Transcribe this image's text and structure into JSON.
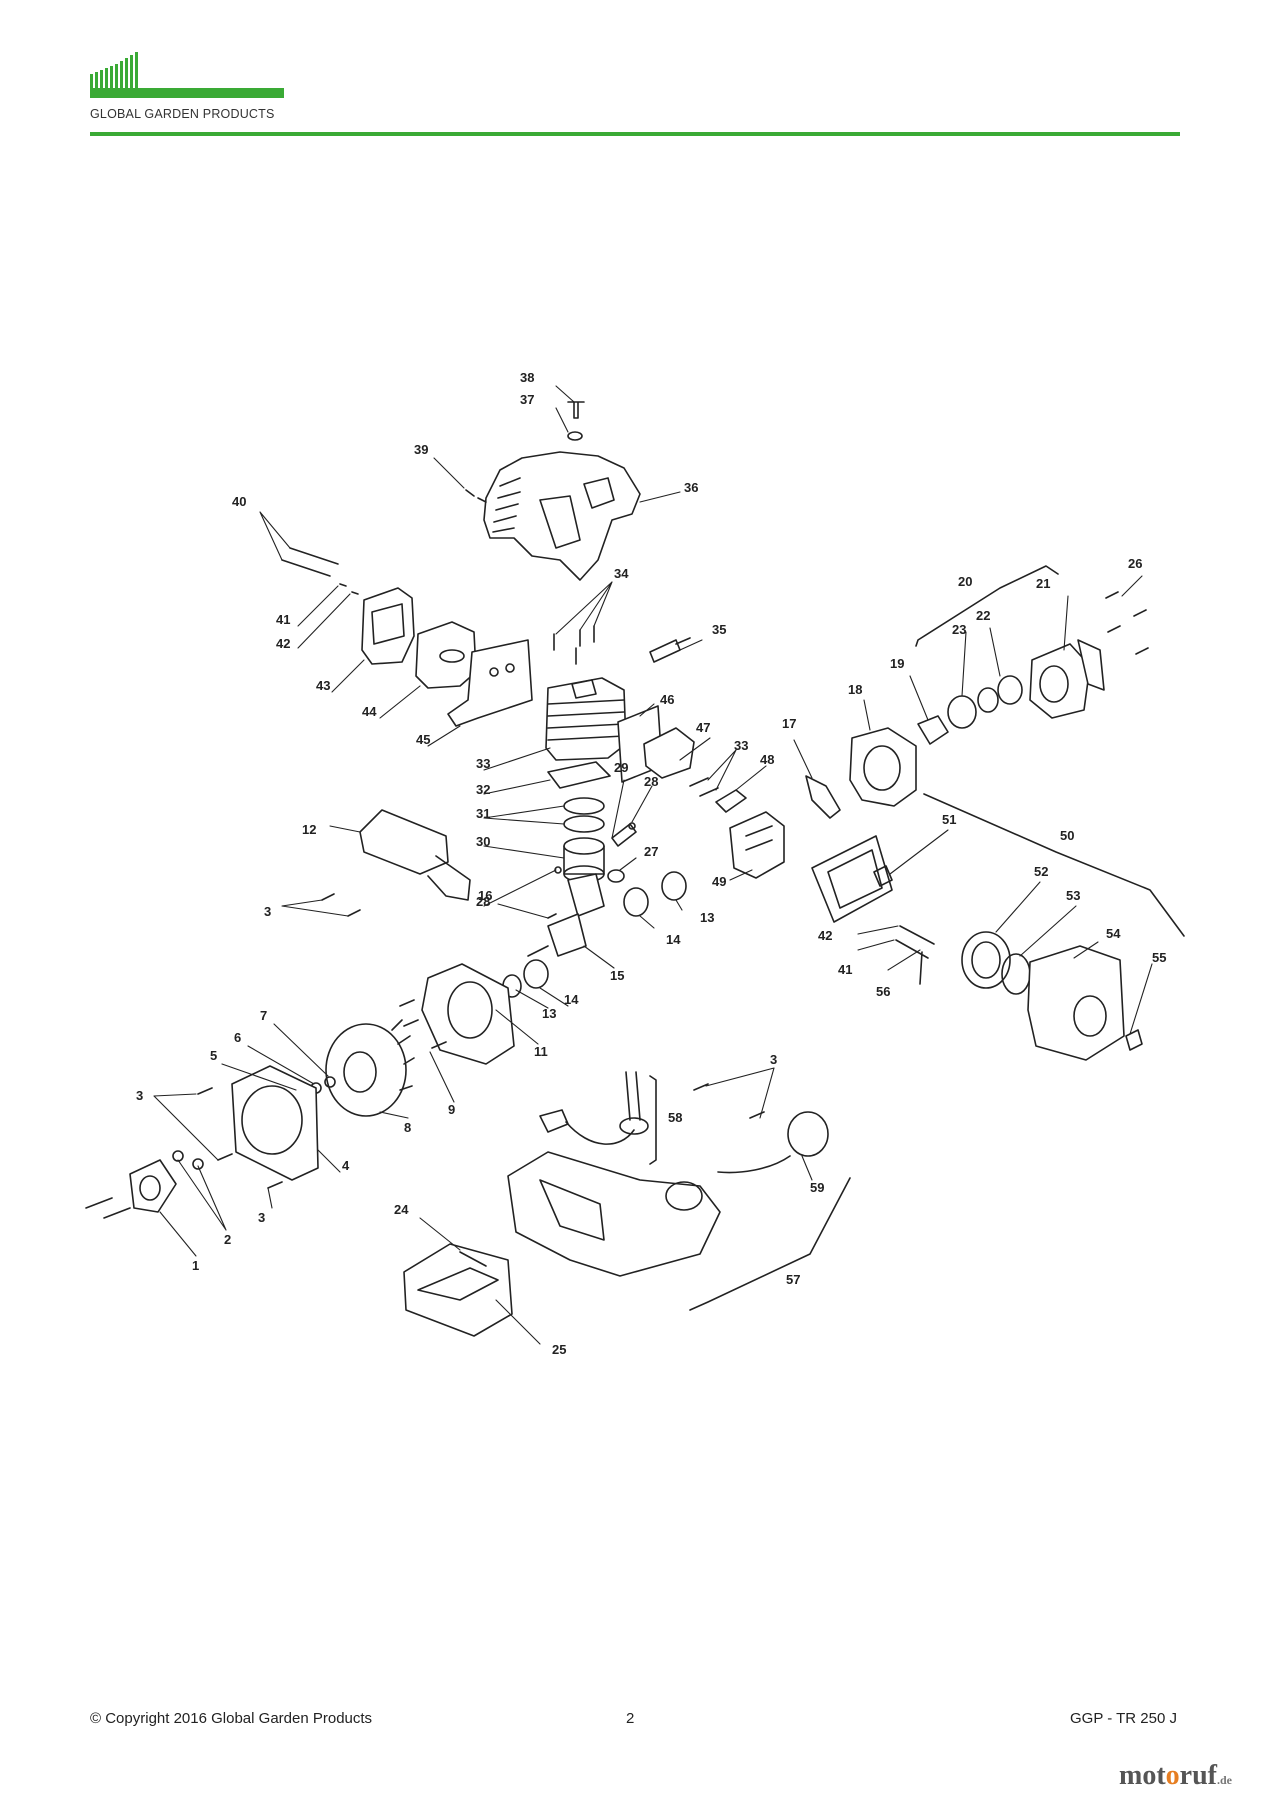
{
  "header": {
    "company": "GLOBAL GARDEN PRODUCTS",
    "accent_color": "#3aaa35"
  },
  "diagram": {
    "parts": [
      {
        "ref": "38"
      },
      {
        "ref": "37"
      },
      {
        "ref": "39"
      },
      {
        "ref": "36"
      },
      {
        "ref": "40"
      },
      {
        "ref": "41"
      },
      {
        "ref": "42"
      },
      {
        "ref": "43"
      },
      {
        "ref": "44"
      },
      {
        "ref": "45"
      },
      {
        "ref": "34"
      },
      {
        "ref": "35"
      },
      {
        "ref": "46"
      },
      {
        "ref": "33"
      },
      {
        "ref": "32"
      },
      {
        "ref": "31"
      },
      {
        "ref": "30"
      },
      {
        "ref": "29"
      },
      {
        "ref": "28"
      },
      {
        "ref": "28"
      },
      {
        "ref": "27"
      },
      {
        "ref": "47"
      },
      {
        "ref": "33"
      },
      {
        "ref": "48"
      },
      {
        "ref": "49"
      },
      {
        "ref": "17"
      },
      {
        "ref": "18"
      },
      {
        "ref": "19"
      },
      {
        "ref": "20"
      },
      {
        "ref": "23"
      },
      {
        "ref": "22"
      },
      {
        "ref": "21"
      },
      {
        "ref": "26"
      },
      {
        "ref": "51"
      },
      {
        "ref": "50"
      },
      {
        "ref": "52"
      },
      {
        "ref": "53"
      },
      {
        "ref": "54"
      },
      {
        "ref": "55"
      },
      {
        "ref": "42"
      },
      {
        "ref": "41"
      },
      {
        "ref": "56"
      },
      {
        "ref": "12"
      },
      {
        "ref": "3"
      },
      {
        "ref": "16"
      },
      {
        "ref": "15"
      },
      {
        "ref": "14"
      },
      {
        "ref": "13"
      },
      {
        "ref": "14"
      },
      {
        "ref": "13"
      },
      {
        "ref": "11"
      },
      {
        "ref": "9"
      },
      {
        "ref": "8"
      },
      {
        "ref": "7"
      },
      {
        "ref": "6"
      },
      {
        "ref": "5"
      },
      {
        "ref": "3"
      },
      {
        "ref": "4"
      },
      {
        "ref": "3"
      },
      {
        "ref": "2"
      },
      {
        "ref": "1"
      },
      {
        "ref": "3"
      },
      {
        "ref": "58"
      },
      {
        "ref": "59"
      },
      {
        "ref": "57"
      },
      {
        "ref": "24"
      },
      {
        "ref": "25"
      }
    ]
  },
  "footer": {
    "copyright": "© Copyright 2016 Global Garden Products",
    "page_number": "2",
    "model": "GGP - TR 250 J"
  },
  "watermark": {
    "brand_prefix": "mot",
    "brand_highlight": "o",
    "brand_suffix": "ruf",
    "tld": ".de"
  }
}
